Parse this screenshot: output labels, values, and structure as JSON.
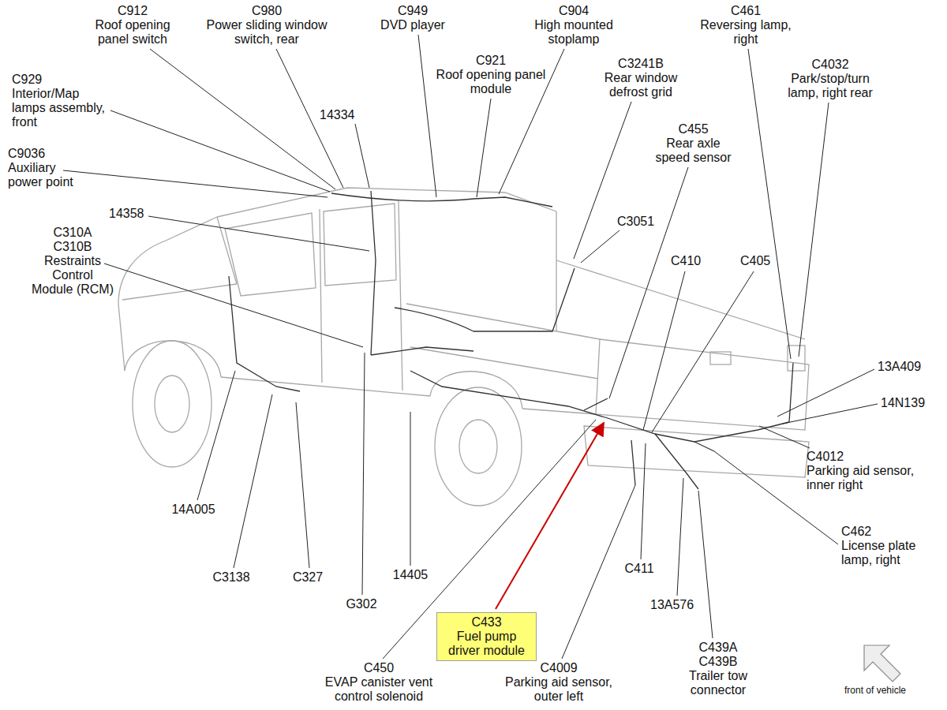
{
  "diagram": {
    "nodes": [
      {
        "text": [
          "C433",
          "Fuel pump driver module"
        ]
      }
    ],
    "labels": [
      "C912",
      "Roof opening panel switch",
      "C980",
      "Power sliding window switch, rear",
      "C949",
      "DVD player",
      "C904",
      "High mounted stoplamp",
      "C461",
      "Reversing lamp, right",
      "C921",
      "Roof opening panel module",
      "C3241B",
      "Rear window defrost grid",
      "C4032",
      "Park/stop/turn lamp, right rear",
      "C929",
      "Interior/Map lamps assembly, front",
      "14334",
      "C455",
      "Rear axle speed sensor",
      "C9036",
      "Auxiliary power point",
      "14358",
      "C3051",
      "C310A",
      "C310B",
      "Restraints Control Module (RCM)",
      "C410",
      "C405",
      "13A409",
      "14N139",
      "C4012",
      "Parking aid sensor, inner right",
      "14A005",
      "C462",
      "License plate lamp, right",
      "C411",
      "14405",
      "C3138",
      "C327",
      "G302",
      "13A576",
      "C439A",
      "C439B",
      "Trailer tow connector",
      "C450",
      "EVAP canister vent control solenoid",
      "C4009",
      "Parking aid sensor, outer left",
      "front of vehicle"
    ]
  }
}
